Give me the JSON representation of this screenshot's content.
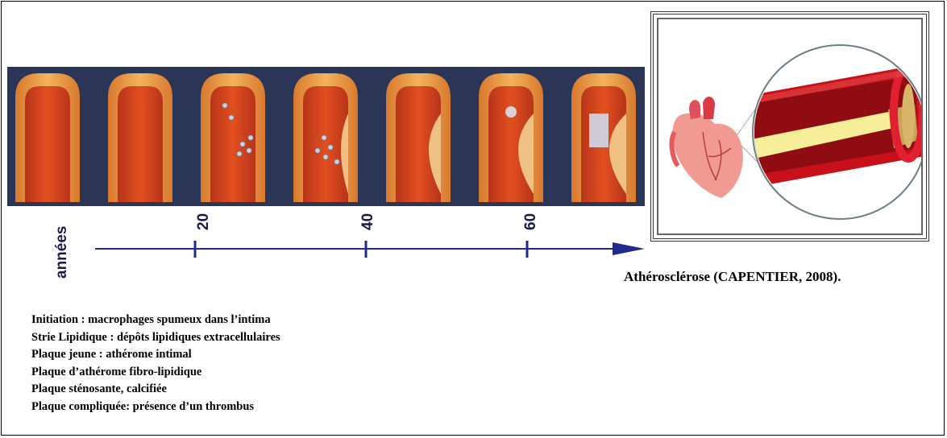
{
  "timeline": {
    "unit_label": "années",
    "ticks": [
      "20",
      "40",
      "60"
    ]
  },
  "stages": [
    "Initiation : macrophages spumeux dans l’intima",
    "Strie Lipidique : dépôts lipidiques extracellulaires",
    "Plaque jeune : athérome intimal",
    "Plaque d’athérome fibro-lipidique",
    "Plaque sténosante, calcifiée",
    "Plaque compliquée: présence d’un thrombus"
  ],
  "illustration": {
    "caption": "Athérosclérose (CAPENTIER, 2008)."
  },
  "colors": {
    "panel_bg": "#2b3556",
    "vessel_wall": "#e8a04a",
    "vessel_lumen": "#d9441c",
    "plaque": "#f2c88a",
    "axis": "#1f2a8a",
    "artery_red": "#c8101a",
    "heart_pink": "#f08a8a"
  },
  "icons": [
    "vessel-cross-section",
    "heart-icon",
    "magnifier-circle"
  ]
}
